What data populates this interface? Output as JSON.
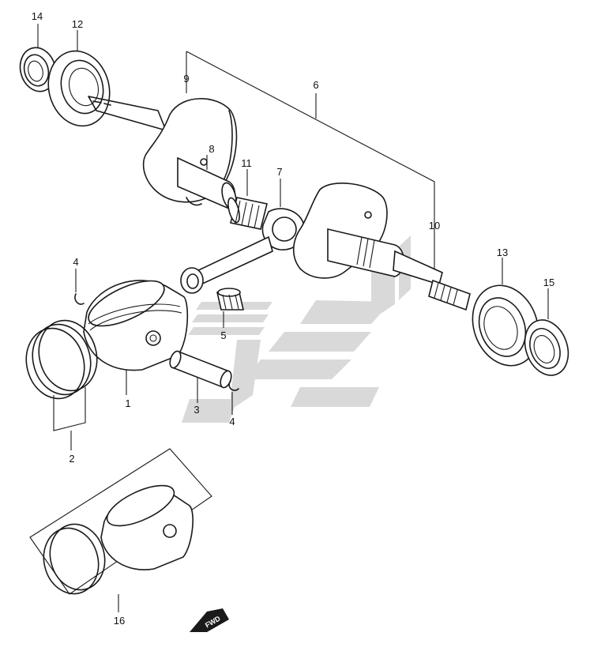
{
  "callouts": {
    "p1": "1",
    "p2": "2",
    "p3": "3",
    "p4a": "4",
    "p4b": "4",
    "p5": "5",
    "p6": "6",
    "p7": "7",
    "p8": "8",
    "p9": "9",
    "p10": "10",
    "p11": "11",
    "p12": "12",
    "p13": "13",
    "p14": "14",
    "p15": "15",
    "p16": "16"
  },
  "direction_badge": "FWD",
  "watermark_color": "#d9d9d9"
}
